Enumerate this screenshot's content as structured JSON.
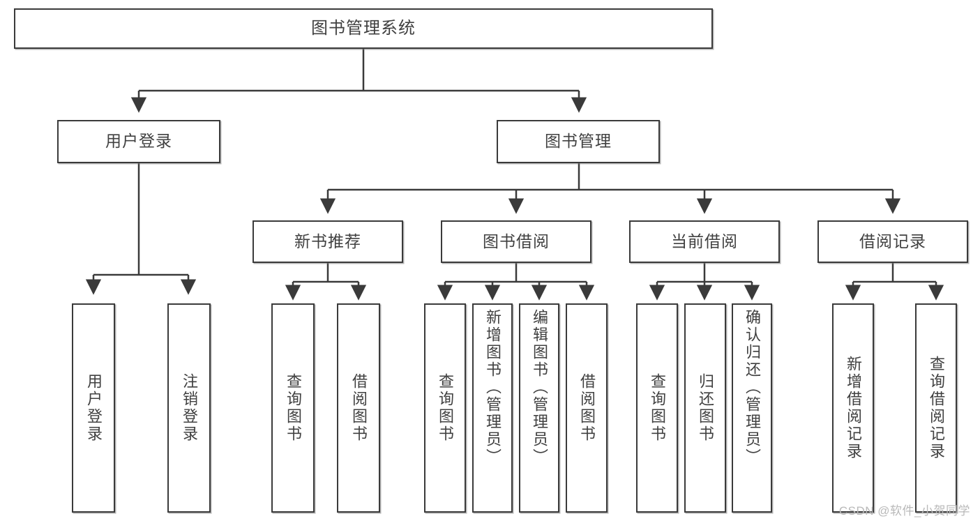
{
  "diagram": {
    "title": "图书管理系统",
    "type": "tree",
    "stroke_color": "#3a3a3a",
    "text_color": "#404040",
    "background_color": "#ffffff",
    "root": {
      "label": "图书管理系统"
    },
    "level1": [
      {
        "label": "用户登录"
      },
      {
        "label": "图书管理"
      }
    ],
    "level2": [
      {
        "label": "新书推荐"
      },
      {
        "label": "图书借阅"
      },
      {
        "label": "当前借阅"
      },
      {
        "label": "借阅记录"
      }
    ],
    "leaves": {
      "user_login": [
        {
          "label": "用户登录"
        },
        {
          "label": "注销登录"
        }
      ],
      "new_book_recommend": [
        {
          "label": "查询图书"
        },
        {
          "label": "借阅图书"
        }
      ],
      "book_borrow": [
        {
          "label": "查询图书"
        },
        {
          "label": "新增图书（管理员）"
        },
        {
          "label": "编辑图书（管理员）"
        },
        {
          "label": "借阅图书"
        }
      ],
      "current_borrow": [
        {
          "label": "查询图书"
        },
        {
          "label": "归还图书"
        },
        {
          "label": "确认归还（管理员）"
        }
      ],
      "borrow_record": [
        {
          "label": "新增借阅记录"
        },
        {
          "label": "查询借阅记录"
        }
      ]
    }
  },
  "watermark": {
    "text": "CSDN @软件_小贺同学"
  }
}
